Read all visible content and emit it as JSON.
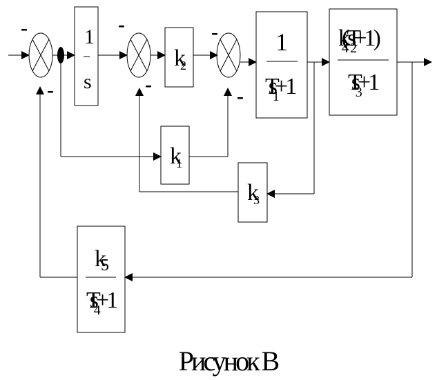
{
  "signs": {
    "s1_top": "-",
    "s1_bottom": "-",
    "s2_top": "-",
    "s2_bottom": "-",
    "s3_top": "-",
    "s3_bottom": "-"
  },
  "blocks": {
    "integrator": {
      "num": "1",
      "den": "s"
    },
    "k2": {
      "k": "k",
      "sub": "2"
    },
    "plant1": {
      "num": "1",
      "den_main": "T",
      "den_sub": "1",
      "den_tail": "s+1"
    },
    "plant2": {
      "num_main": "k",
      "num_sub": "4",
      "num_tail": "(T",
      "num_sub2": "2",
      "num_end": "s+1)",
      "den_main": "T",
      "den_sub": "3",
      "den_tail": "s+1"
    },
    "k1": {
      "k": "k",
      "sub": "1"
    },
    "k3": {
      "k": "k",
      "sub": "3"
    },
    "feedback": {
      "num_main": "k",
      "num_sub": "5",
      "den_main": "T",
      "den_sub": "4",
      "den_tail": "s+1"
    }
  },
  "caption": "Рисунок В"
}
